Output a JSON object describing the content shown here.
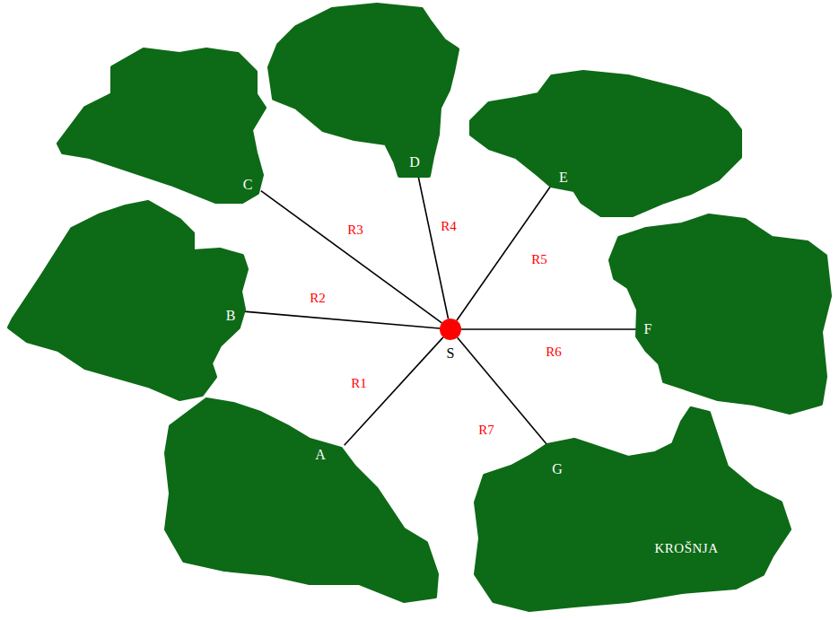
{
  "diagram": {
    "nodes": [
      {
        "text": [
          "A"
        ]
      },
      {
        "text": [
          "B"
        ]
      },
      {
        "text": [
          "C"
        ]
      },
      {
        "text": [
          "D"
        ]
      },
      {
        "text": [
          "E"
        ]
      },
      {
        "text": [
          "F"
        ]
      },
      {
        "text": [
          "G",
          "KROŠNJA"
        ]
      },
      {
        "text": [
          "S"
        ]
      }
    ],
    "edges": [
      {
        "from": 7,
        "to": 0,
        "label": "R1",
        "arrow": "none"
      },
      {
        "from": 7,
        "to": 1,
        "label": "R2",
        "arrow": "none"
      },
      {
        "from": 7,
        "to": 2,
        "label": "R3",
        "arrow": "none"
      },
      {
        "from": 7,
        "to": 3,
        "label": "R4",
        "arrow": "none"
      },
      {
        "from": 7,
        "to": 4,
        "label": "R5",
        "arrow": "none"
      },
      {
        "from": 7,
        "to": 5,
        "label": "R6",
        "arrow": "none"
      },
      {
        "from": 7,
        "to": 6,
        "label": "R7",
        "arrow": "none"
      }
    ]
  }
}
